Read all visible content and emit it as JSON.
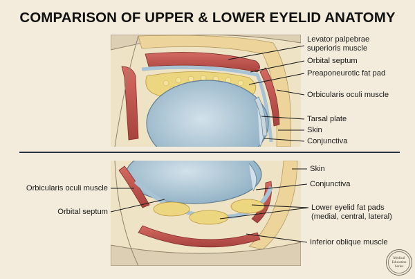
{
  "title": "COMPARISON OF UPPER & LOWER EYELID ANATOMY",
  "upper_labels": {
    "levator_line1": "Levator palpebrae",
    "levator_line2": "superioris muscle",
    "orbital_septum": "Orbital septum",
    "preaponeurotic_fat": "Preaponeurotic fat pad",
    "orbicularis": "Orbicularis oculi muscle",
    "tarsal_plate": "Tarsal plate",
    "skin": "Skin",
    "conjunctiva": "Conjunctiva"
  },
  "lower_labels": {
    "skin": "Skin",
    "conjunctiva": "Conjunctiva",
    "orbicularis": "Orbicularis oculi muscle",
    "orbital_septum": "Orbital septum",
    "fat_pads_line1": "Lower eyelid fat pads",
    "fat_pads_line2": "(medial, central, lateral)",
    "inferior_oblique": "Inferior oblique muscle"
  },
  "seal": {
    "line1": "Medical",
    "line2": "Education",
    "line3": "Series"
  },
  "colors": {
    "background": "#f3ecdc",
    "muscle": "#c0554f",
    "fat": "#edd680",
    "septum": "#a9c3d6",
    "eyeball": "#b6ccd9",
    "skin": "#ecd49b",
    "bone": "#dccfb3",
    "line": "#1a1a1a"
  }
}
